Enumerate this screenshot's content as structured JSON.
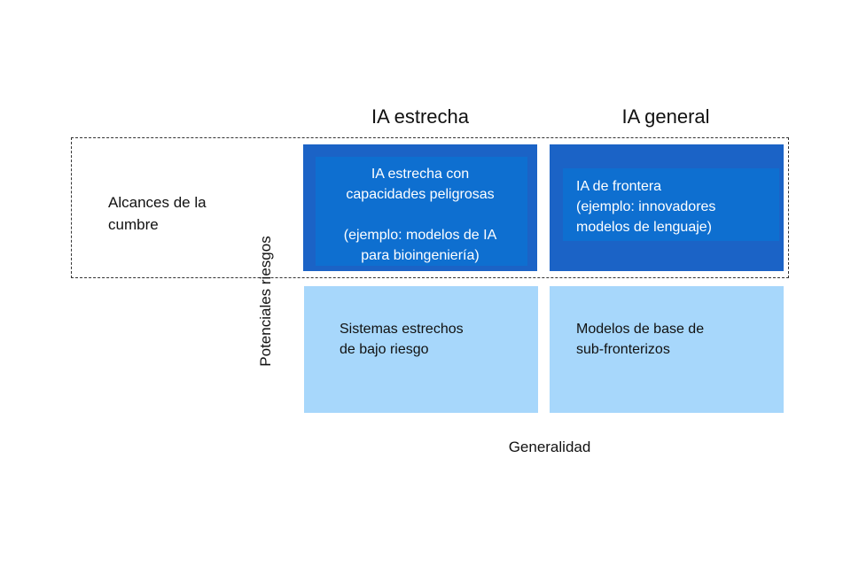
{
  "columns": {
    "narrow": "IA estrecha",
    "general": "IA general"
  },
  "scope_label": {
    "line1": "Alcances de la",
    "line2": "cumbre"
  },
  "axis": {
    "y": "Potenciales riesgos",
    "x": "Generalidad"
  },
  "cells": {
    "narrow_dangerous": {
      "line1": "IA estrecha con",
      "line2": "capacidades peligrosas",
      "line3": "(ejemplo: modelos de IA",
      "line4": "para bioingeniería)"
    },
    "frontier": {
      "line1": "IA de frontera",
      "line2": "(ejemplo: innovadores",
      "line3": "modelos de lenguaje)"
    },
    "narrow_low_risk": {
      "line1": "Sistemas estrechos",
      "line2": "de bajo riesgo"
    },
    "sub_frontier": {
      "line1": "Modelos de base de",
      "line2": "sub-fronterizos"
    }
  },
  "colors": {
    "high_risk": "#1b63c6",
    "high_risk_inner": "#0e6fd0",
    "low_risk": "#a7d7fb"
  }
}
